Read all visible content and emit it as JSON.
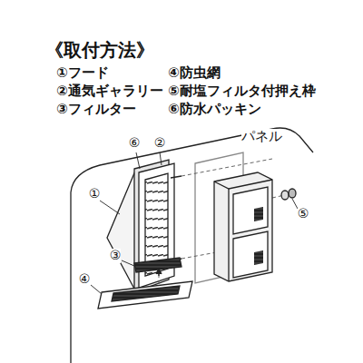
{
  "diagram": {
    "title": "《取付方法》",
    "labels": [
      "①フード",
      "②通気ギャラリー",
      "③フィルター",
      "④防虫網",
      "⑤耐塩フィルタ付押え枠",
      "⑥防水パッキン",
      "パネル",
      "⑥",
      "②",
      "①",
      "③",
      "④",
      "⑤"
    ]
  }
}
